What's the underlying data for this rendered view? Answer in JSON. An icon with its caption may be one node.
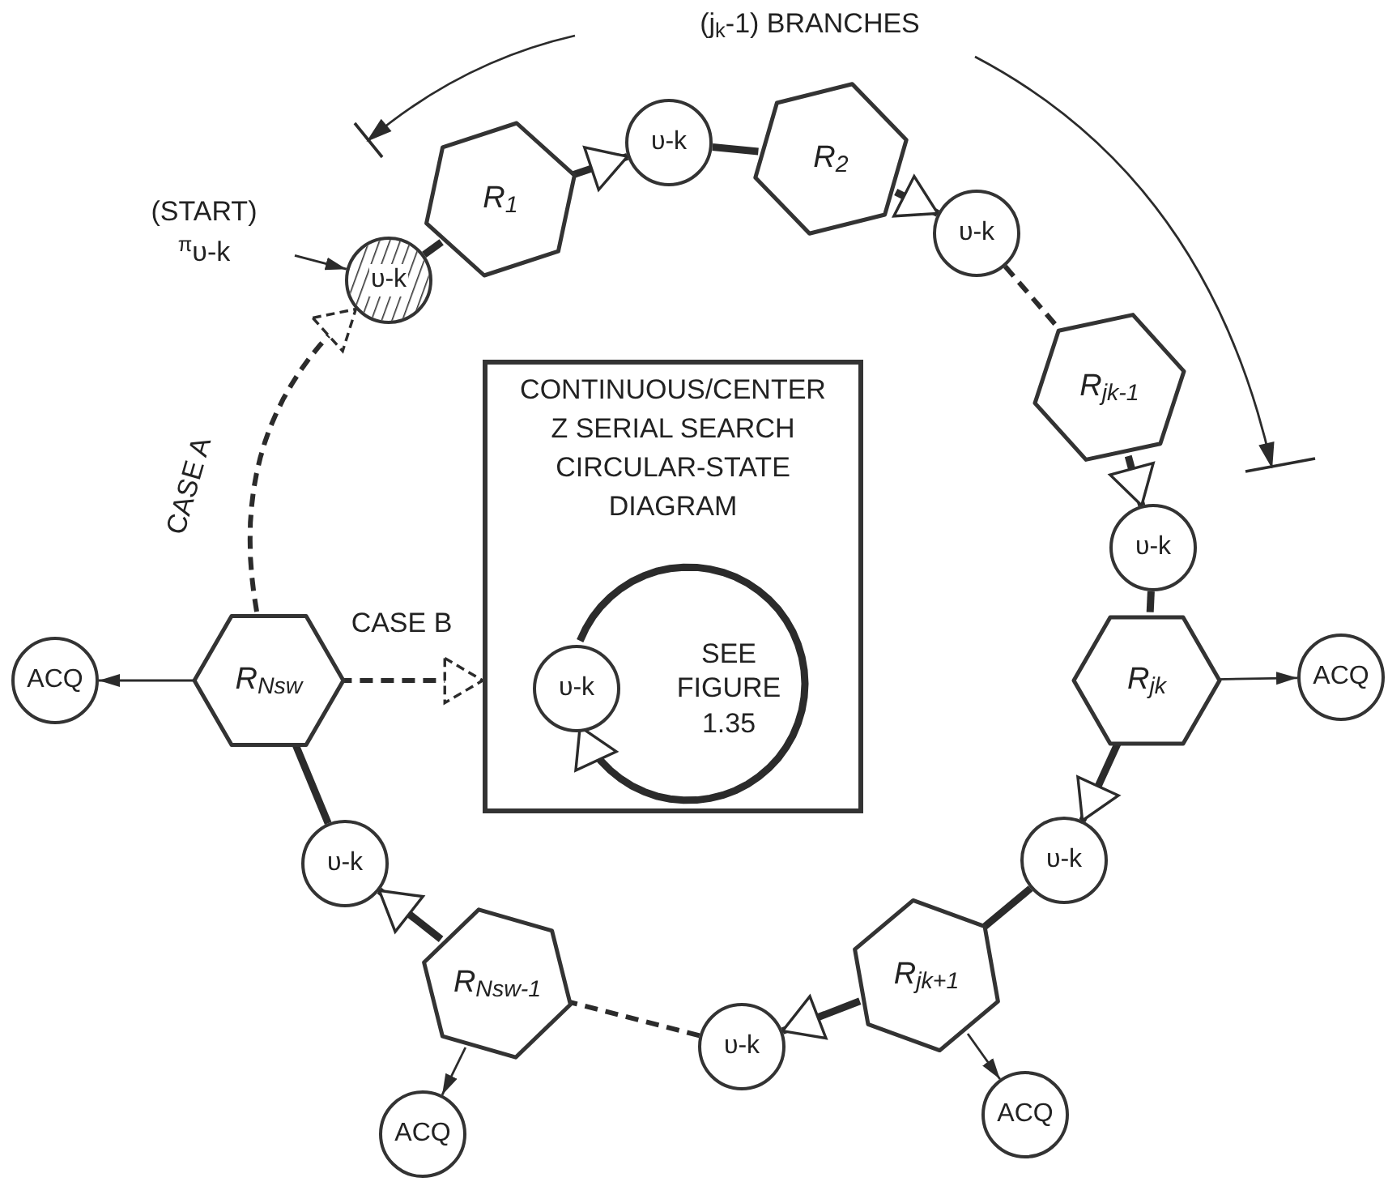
{
  "diagram": {
    "nodes": [
      {
        "text": [
          "(START)",
          "$^{π}$υ-k"
        ]
      },
      {
        "text": [
          "υ-k"
        ]
      },
      {
        "text": [
          "R$_{1}$"
        ]
      },
      {
        "text": [
          "υ-k"
        ]
      },
      {
        "text": [
          "R$_{2}$"
        ]
      },
      {
        "text": [
          "υ-k"
        ]
      },
      {
        "text": [
          "R$_{jk-1}$"
        ]
      },
      {
        "text": [
          "υ-k"
        ]
      },
      {
        "text": [
          "R$_{jk}$"
        ]
      },
      {
        "text": [
          "ACQ"
        ]
      },
      {
        "text": [
          "υ-k"
        ]
      },
      {
        "text": [
          "R$_{jk+1}$"
        ]
      },
      {
        "text": [
          "ACQ"
        ]
      },
      {
        "text": [
          "υ-k"
        ]
      },
      {
        "text": [
          "R$_{Nsw-1}$"
        ]
      },
      {
        "text": [
          "ACQ"
        ]
      },
      {
        "text": [
          "υ-k"
        ]
      },
      {
        "text": [
          "R$_{Nsw}$"
        ]
      },
      {
        "text": [
          "ACQ"
        ]
      },
      {
        "text": [
          "CONTINUOUS/CENTER Z SERIAL SEARCH CIRCULAR-STATE DIAGRAM"
        ]
      },
      {
        "text": [
          "SEE FIGURE 1.35"
        ],
        "in": 19
      },
      {
        "text": [
          "υ-k"
        ],
        "in": 19
      }
    ],
    "edges": [
      {
        "from": 0,
        "to": 1,
        "arrow": "to"
      },
      {
        "from": 1,
        "to": 2,
        "arrow": "none"
      },
      {
        "from": 2,
        "to": 3,
        "arrow": "to"
      },
      {
        "from": 3,
        "to": 4,
        "arrow": "none"
      },
      {
        "from": 4,
        "to": 5,
        "arrow": "to"
      },
      {
        "from": 5,
        "to": 6,
        "arrow": "none",
        "style": "dashed"
      },
      {
        "from": 6,
        "to": 7,
        "arrow": "to"
      },
      {
        "from": 7,
        "to": 8,
        "arrow": "none"
      },
      {
        "from": 8,
        "to": 9,
        "arrow": "to"
      },
      {
        "from": 8,
        "to": 10,
        "arrow": "to"
      },
      {
        "from": 10,
        "to": 11,
        "arrow": "none"
      },
      {
        "from": 11,
        "to": 12,
        "arrow": "to"
      },
      {
        "from": 11,
        "to": 13,
        "arrow": "to"
      },
      {
        "from": 13,
        "to": 14,
        "arrow": "none",
        "style": "dashed"
      },
      {
        "from": 14,
        "to": 15,
        "arrow": "to"
      },
      {
        "from": 14,
        "to": 16,
        "arrow": "to"
      },
      {
        "from": 16,
        "to": 17,
        "arrow": "none"
      },
      {
        "from": 17,
        "to": 18,
        "arrow": "to"
      },
      {
        "from": 17,
        "to": 1,
        "arrow": "to",
        "style": "dashed",
        "label": "CASE A"
      },
      {
        "from": 17,
        "to": 19,
        "arrow": "to",
        "style": "dashed",
        "label": "CASE B"
      },
      {
        "from": 21,
        "to": 21,
        "arrow": "to"
      }
    ],
    "labels": [
      "(j$_{k}$-1) BRANCHES"
    ]
  }
}
